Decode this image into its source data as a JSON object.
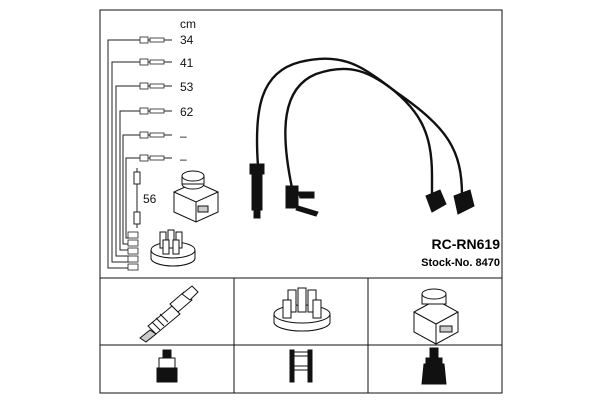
{
  "diagram": {
    "unit_label": "cm",
    "cable_lengths": [
      "34",
      "41",
      "53",
      "62",
      "–",
      "–"
    ],
    "coil_cable_length": "56",
    "product_code": "RC-RN619",
    "stock_number": "Stock-No. 8470",
    "components": [
      "spark-plug",
      "distributor-cap",
      "ignition-coil"
    ],
    "connector_types": [
      "plug-boot-straight",
      "cap-terminal",
      "coil-boot"
    ]
  }
}
